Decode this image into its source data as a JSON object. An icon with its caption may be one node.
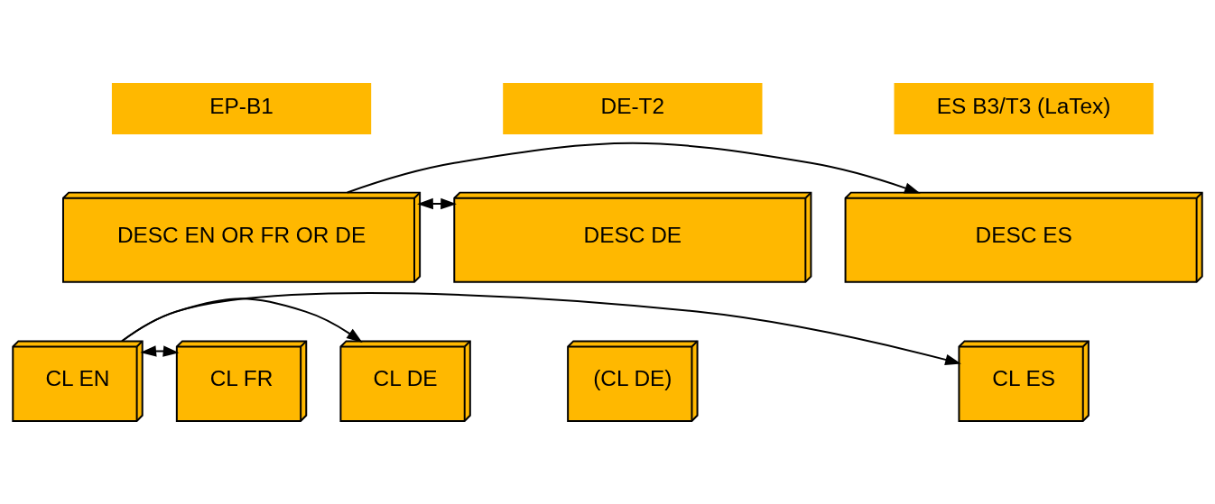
{
  "diagram": {
    "nodes": [
      {
        "text": [
          "EP-B1"
        ]
      },
      {
        "text": [
          "DE-T2"
        ]
      },
      {
        "text": [
          "ES B3/T3 (LaTex)"
        ]
      },
      {
        "text": [
          "DESC EN OR FR OR DE"
        ]
      },
      {
        "text": [
          "CL EN"
        ]
      },
      {
        "text": [
          "CL FR"
        ]
      },
      {
        "text": [
          "CL DE"
        ]
      },
      {
        "text": [
          "DESC DE"
        ]
      },
      {
        "text": [
          "(CL DE)"
        ]
      },
      {
        "text": [
          "DESC ES"
        ]
      },
      {
        "text": [
          "CL ES"
        ]
      }
    ],
    "edges": [
      {
        "from": 3,
        "to": 7,
        "arrow": "both"
      },
      {
        "from": 3,
        "to": 9,
        "arrow": "to"
      },
      {
        "from": 4,
        "to": 5,
        "arrow": "both"
      },
      {
        "from": 4,
        "to": 6,
        "arrow": "to"
      },
      {
        "from": 4,
        "to": 10,
        "arrow": "to"
      }
    ]
  }
}
